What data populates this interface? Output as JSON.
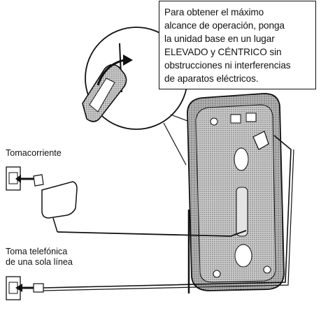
{
  "note": {
    "lines": [
      "Para obtener el máximo",
      "alcance de operación, ponga",
      "la unidad base en un lugar",
      "ELEVADO y CÉNTRICO sin",
      "obstrucciones ni interferencias",
      "de aparatos eléctricos."
    ]
  },
  "labels": {
    "outlet": "Tomacorriente",
    "phone_jack_line1": "Toma telefónica",
    "phone_jack_line2": "de una sola línea"
  }
}
